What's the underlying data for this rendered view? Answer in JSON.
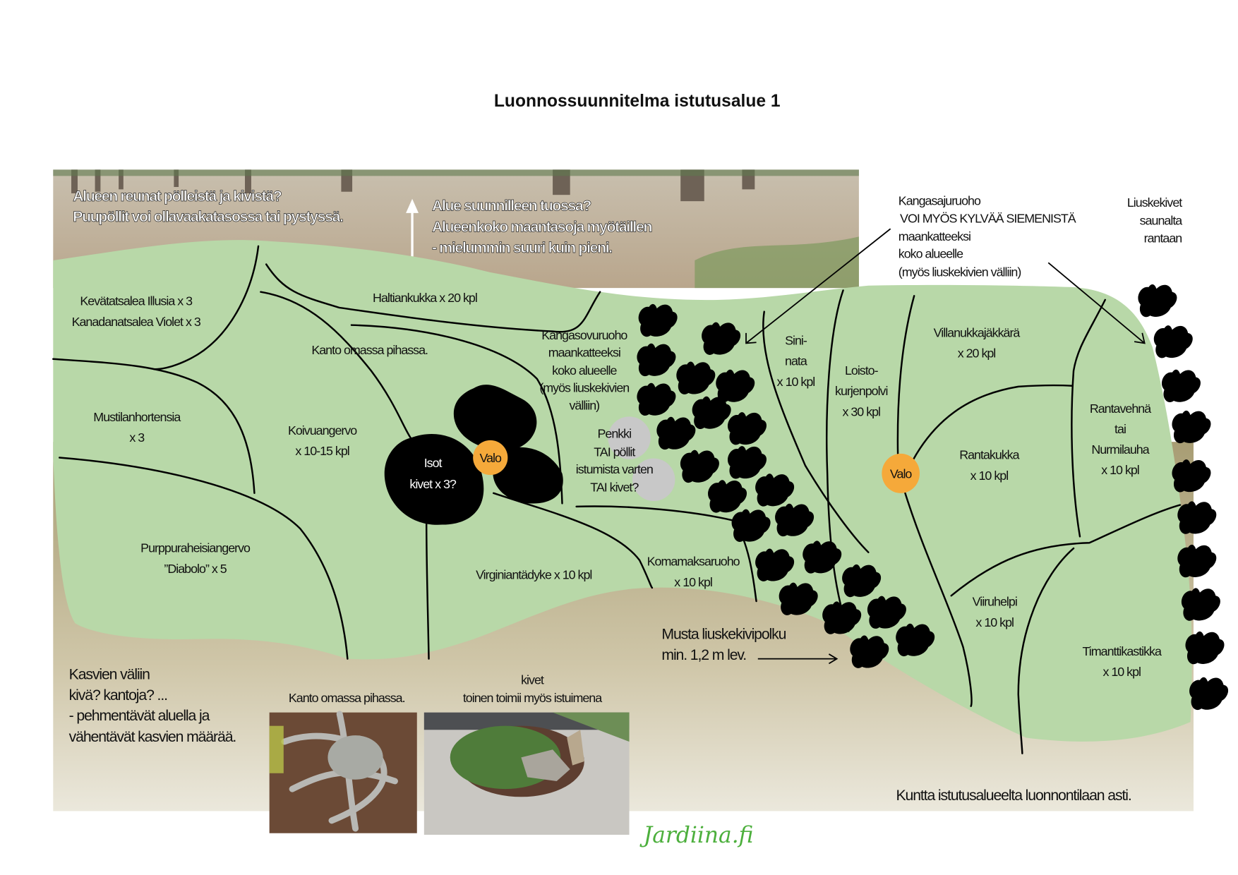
{
  "title": "Luonnossuunnitelma istutusalue 1",
  "colors": {
    "lawn": "#b8d8a8",
    "ground": "#b0a67e",
    "stone": "#000000",
    "light": "#f5a93a",
    "bench": "#c8c8c8",
    "logo": "#4caf3c"
  },
  "photo_notes": {
    "edges": [
      "Alueen reunat pölleistä ja kivistä?",
      "Puupöllit voi ollavaakatasossa tai pystyssä."
    ],
    "area": [
      "Alue suunnilleen tuossa?",
      "Alueenkoko maantasoja myötäillen",
      "- mielummin suuri kuin pieni."
    ]
  },
  "notes": {
    "groundcover": [
      "Kangasajuruoho",
      "VOI MYÖS KYLVÄÄ SIEMENISTÄ",
      "maankatteeksi",
      "koko alueelle",
      "(myös liuskekivien välliin)"
    ],
    "slate": [
      "Liuskekivet",
      "saunalta",
      "rantaan"
    ],
    "path": [
      "Musta liuskekivipolku",
      "min. 1,2 m lev."
    ],
    "between": [
      "Kasvien väliin",
      "kivä? kantoja? ...",
      "- pehmentävät aluella ja",
      "vähentävät kasvien määrää."
    ],
    "lawn": "Kuntta istutusalueelta luonnontilaan asti.",
    "photo1_caption": "Kanto omassa pihassa.",
    "photo2_caption": [
      "kivet",
      "toinen toimii myös istuimena"
    ]
  },
  "plants": {
    "azalea": [
      "Kevätatsalea Illusia x 3",
      "Kanadanatsalea Violet x 3"
    ],
    "haltiankukka": "Haltiankukka x 20 kpl",
    "kanto": "Kanto omassa pihassa.",
    "kangasovuruoho": [
      "Kangasovuruoho",
      "maankatteeksi",
      "koko alueelle",
      "(myös liuskekivien",
      "välliin)"
    ],
    "hortensia": [
      "Mustilanhortensia",
      "x 3"
    ],
    "koivuangervo": [
      "Koivuangervo",
      "x 10-15 kpl"
    ],
    "isot_kivet": [
      "Isot",
      "kivet x 3?"
    ],
    "valo": "Valo",
    "penkki": [
      "Penkki",
      "TAI pöllit",
      "istumista varten",
      "TAI kivet?"
    ],
    "purppura": [
      "Purppuraheisiangervo",
      "”Diabolo” x 5"
    ],
    "virginia": "Virginiantädyke x 10 kpl",
    "komamaksaruoho": [
      "Komamaksaruoho",
      "x 10 kpl"
    ],
    "sininata": [
      "Sini-",
      "nata",
      "x 10 kpl"
    ],
    "loisto": [
      "Loisto-",
      "kurjenpolvi",
      "x 30 kpl"
    ],
    "villanukka": [
      "Villanukkajäkkärä",
      "x 20 kpl"
    ],
    "valo2": "Valo",
    "rantakukka": [
      "Rantakukka",
      "x 10 kpl"
    ],
    "rantavehna": [
      "Rantavehnä",
      "tai",
      "Nurmilauha",
      "x 10 kpl"
    ],
    "viiruhelpi": [
      "Viiruhelpi",
      "x 10 kpl"
    ],
    "timantti": [
      "Timanttikastikka",
      "x 10 kpl"
    ]
  },
  "logo": "Jardiina.fi"
}
